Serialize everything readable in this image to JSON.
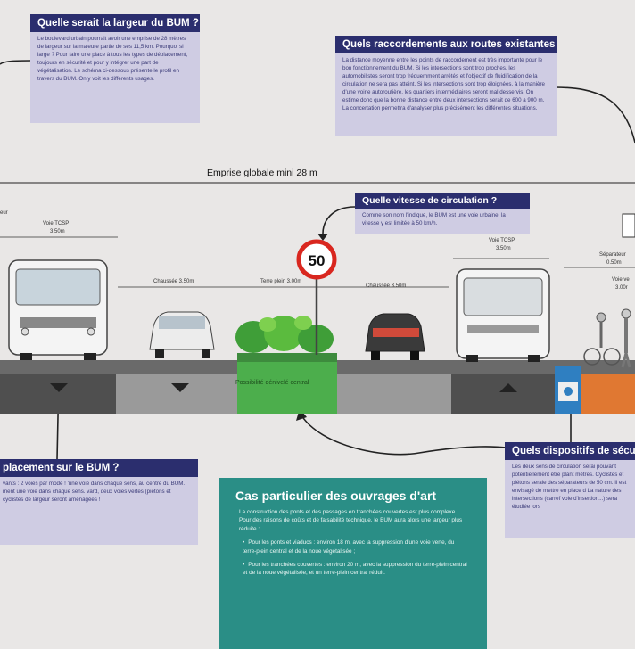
{
  "callouts": {
    "largeur": {
      "title": "Quelle serait la largeur du BUM ?",
      "body": "Le boulevard urbain pourrait avoir une emprise de 28 mètres de largeur sur la majeure partie de ses 11,5 km. Pourquoi si large ? Pour faire une place à tous les types de déplacement, toujours en sécurité et pour y intégrer une part de végétalisation. Le schéma ci-dessous présente le profil en travers du BUM. On y voit les différents usages."
    },
    "raccordements": {
      "title": "Quels raccordements aux routes existantes ?",
      "body": "La distance moyenne entre les points de raccordement est très importante pour le bon fonctionnement du BUM. Si les intersections sont trop proches, les automobilistes seront trop fréquemment arrêtés et l'objectif de fluidification de la circulation ne sera pas atteint. Si les intersections sont trop éloignées, à la manière d'une voirie autoroutière, les quartiers intermédiaires seront mal desservis. On estime donc que la bonne distance entre deux intersections serait de 600 à 900 m. La concertation permettra d'analyser plus précisément les différentes situations."
    },
    "vitesse": {
      "title": "Quelle vitesse de circulation ?",
      "body": "Comme son nom l'indique, le BUM est une voie urbaine, la vitesse y est limitée à 50 km/h."
    },
    "deplacement": {
      "title": "placement sur le BUM ?",
      "body": "vants : 2 voies par mode ! 'une voie dans chaque sens, au centre du BUM. ment une voie dans chaque sens. vard, deux voies vertes (piétons et cyclistes de largeur seront aménagées !"
    },
    "securite": {
      "title": "Quels dispositifs de sécur",
      "body": "Les deux sens de circulation serai pouvant potentiellement être plant mètres. Cyclistes et piétons seraie des séparateurs de 50 cm. Il est envisagé de mettre en place d La nature des intersections (carref voie d'insertion...) sera étudiée lors"
    }
  },
  "diagram": {
    "emprise": "Emprise globale mini 28 m",
    "labels": {
      "left_cut": "eur",
      "voie_tcsp_left": "Voie TCSP",
      "voie_tcsp_left_w": "3.50m",
      "chaussee_left": "Chaussée 3.50m",
      "terre_plein": "Terre plein 3.00m",
      "chaussee_right": "Chaussée 3.50m",
      "voie_tcsp_right": "Voie TCSP",
      "voie_tcsp_right_w": "3.50m",
      "separateur": "Séparateur",
      "separateur_w": "0.50m",
      "voie_verte": "Voie ve",
      "voie_verte_w": "3.00r",
      "denivele": "Possibilité dénivelé central"
    },
    "speed_sign": "50"
  },
  "ouvrages": {
    "title": "Cas particulier des ouvrages d'art",
    "intro": "La construction des ponts et des passages en tranchées couvertes est plus complexe. Pour des raisons de coûts et de faisabilité technique, le BUM aura alors une largeur plus réduite :",
    "items": [
      "Pour les ponts et viaducs : environ 18 m, avec la suppression d'une voie verte, du terre-plein central et de la noue végétalisée ;",
      "Pour les tranchées couvertes : environ 20 m, avec la suppression du terre-plein central et de la noue végétalisée, et un terre-plein central réduit."
    ],
    "bullet": "•"
  },
  "colors": {
    "navy": "#2b2e6e",
    "lavender": "#cfcce3",
    "teal": "#2a8e86",
    "grass": "#4cae4c",
    "road": "#5a5a5a",
    "sign_red": "#d9271f"
  }
}
